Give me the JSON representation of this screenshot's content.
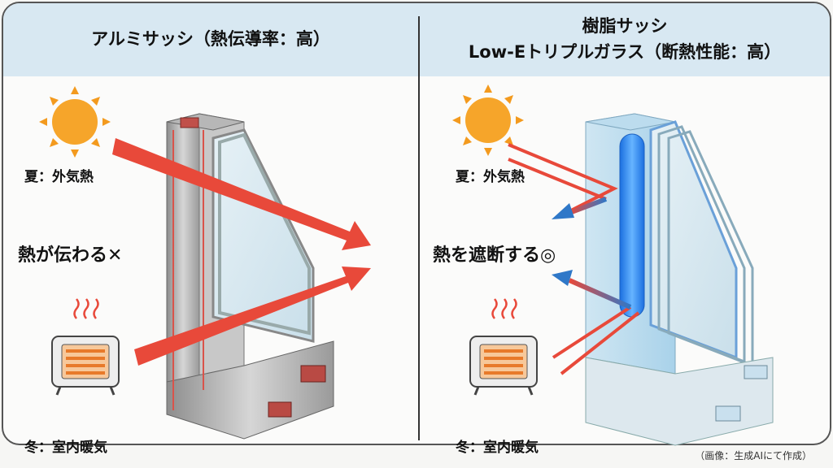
{
  "left": {
    "title": "アルミサッシ（熱伝導率：高）",
    "summer_label": "夏：外気熱",
    "result_label": "熱が伝わる✕",
    "winter_label": "冬：室内暖気"
  },
  "right": {
    "title_line1": "樹脂サッシ",
    "title_line2": "Low-Eトリプルガラス（断熱性能：高）",
    "summer_label": "夏：外気熱",
    "result_label": "熱を遮断する◎",
    "winter_label": "冬：室内暖気"
  },
  "caption": "（画像：生成AIにて作成）",
  "colors": {
    "header": "#d8e8f2",
    "heat_arrow": "#e8493a",
    "block_arrow": "#2f78c8",
    "sun": "#f39a1e"
  }
}
